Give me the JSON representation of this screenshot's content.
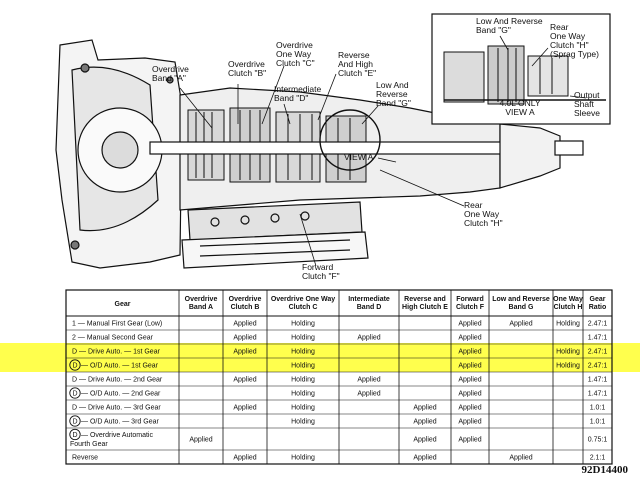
{
  "labels": {
    "overdrive_band_a": [
      "Overdrive",
      "Band \"A\""
    ],
    "overdrive_clutch_b": [
      "Overdrive",
      "Clutch \"B\""
    ],
    "overdrive_one_way_clutch_c": [
      "Overdrive",
      "One Way",
      "Clutch \"C\""
    ],
    "intermediate_band_d": [
      "Intermediate",
      "Band \"D\""
    ],
    "reverse_high_clutch_e": [
      "Reverse",
      "And High",
      "Clutch \"E\""
    ],
    "low_reverse_band_g": [
      "Low And",
      "Reverse",
      "Band \"G\""
    ],
    "view_a": "VIEW A",
    "rear_one_way_clutch_h": [
      "Rear",
      "One Way",
      "Clutch \"H\""
    ],
    "forward_clutch_f": [
      "Forward",
      "Clutch \"F\""
    ]
  },
  "inset": {
    "low_reverse_band_g": [
      "Low And Reverse",
      "Band \"G\""
    ],
    "rear_one_way_clutch_h": [
      "Rear",
      "One Way",
      "Clutch \"H\"",
      "(Sprag Type)"
    ],
    "only_note": [
      "4.0L ONLY",
      "VIEW A"
    ],
    "output_shaft_sleeve": [
      "Output",
      "Shaft",
      "Sleeve"
    ]
  },
  "table": {
    "headers": [
      [
        "Gear"
      ],
      [
        "Overdrive",
        "Band A"
      ],
      [
        "Overdrive",
        "Clutch B"
      ],
      [
        "Overdrive One Way",
        "Clutch C"
      ],
      [
        "Intermediate",
        "Band D"
      ],
      [
        "Reverse and",
        "High Clutch E"
      ],
      [
        "Forward",
        "Clutch F"
      ],
      [
        "Low and Reverse",
        "Band G"
      ],
      [
        "One Way",
        "Clutch H"
      ],
      [
        "Gear",
        "Ratio"
      ]
    ],
    "rows": [
      {
        "gear": [
          "1 — Manual First Gear (Low)"
        ],
        "circled": false,
        "highlight": false,
        "cells": [
          "",
          "Applied",
          "Holding",
          "",
          "",
          "Applied",
          "Applied",
          "Holding",
          "2.47:1"
        ]
      },
      {
        "gear": [
          "2 — Manual Second Gear"
        ],
        "circled": false,
        "highlight": false,
        "cells": [
          "",
          "Applied",
          "Holding",
          "Applied",
          "",
          "Applied",
          "",
          "",
          "1.47:1"
        ]
      },
      {
        "gear": [
          "D — Drive Auto. — 1st Gear"
        ],
        "circled": false,
        "highlight": true,
        "cells": [
          "",
          "Applied",
          "Holding",
          "",
          "",
          "Applied",
          "",
          "Holding",
          "2.47:1"
        ]
      },
      {
        "gear": [
          "D",
          " — O/D Auto. — 1st Gear"
        ],
        "circled": true,
        "highlight": true,
        "cells": [
          "",
          "",
          "Holding",
          "",
          "",
          "Applied",
          "",
          "Holding",
          "2.47:1"
        ]
      },
      {
        "gear": [
          "D — Drive Auto. — 2nd Gear"
        ],
        "circled": false,
        "highlight": false,
        "cells": [
          "",
          "Applied",
          "Holding",
          "Applied",
          "",
          "Applied",
          "",
          "",
          "1.47:1"
        ]
      },
      {
        "gear": [
          "D",
          " — O/D Auto. — 2nd Gear"
        ],
        "circled": true,
        "highlight": false,
        "cells": [
          "",
          "",
          "Holding",
          "Applied",
          "",
          "Applied",
          "",
          "",
          "1.47:1"
        ]
      },
      {
        "gear": [
          "D — Drive Auto. — 3rd Gear"
        ],
        "circled": false,
        "highlight": false,
        "cells": [
          "",
          "Applied",
          "Holding",
          "",
          "Applied",
          "Applied",
          "",
          "",
          "1.0:1"
        ]
      },
      {
        "gear": [
          "D",
          " — O/D Auto. — 3rd Gear"
        ],
        "circled": true,
        "highlight": false,
        "cells": [
          "",
          "",
          "Holding",
          "",
          "Applied",
          "Applied",
          "",
          "",
          "1.0:1"
        ]
      },
      {
        "gear": [
          "D",
          " — Overdrive Automatic",
          "Fourth Gear"
        ],
        "circled": true,
        "highlight": false,
        "cells": [
          "Applied",
          "",
          "",
          "",
          "Applied",
          "Applied",
          "",
          "",
          "0.75:1"
        ]
      },
      {
        "gear": [
          "Reverse"
        ],
        "circled": false,
        "highlight": false,
        "cells": [
          "",
          "Applied",
          "Holding",
          "",
          "Applied",
          "",
          "Applied",
          "",
          "2.1:1"
        ]
      }
    ]
  },
  "figure_code": "92D14400",
  "colors": {
    "highlight": "#ffff4d",
    "ink": "#111111"
  }
}
